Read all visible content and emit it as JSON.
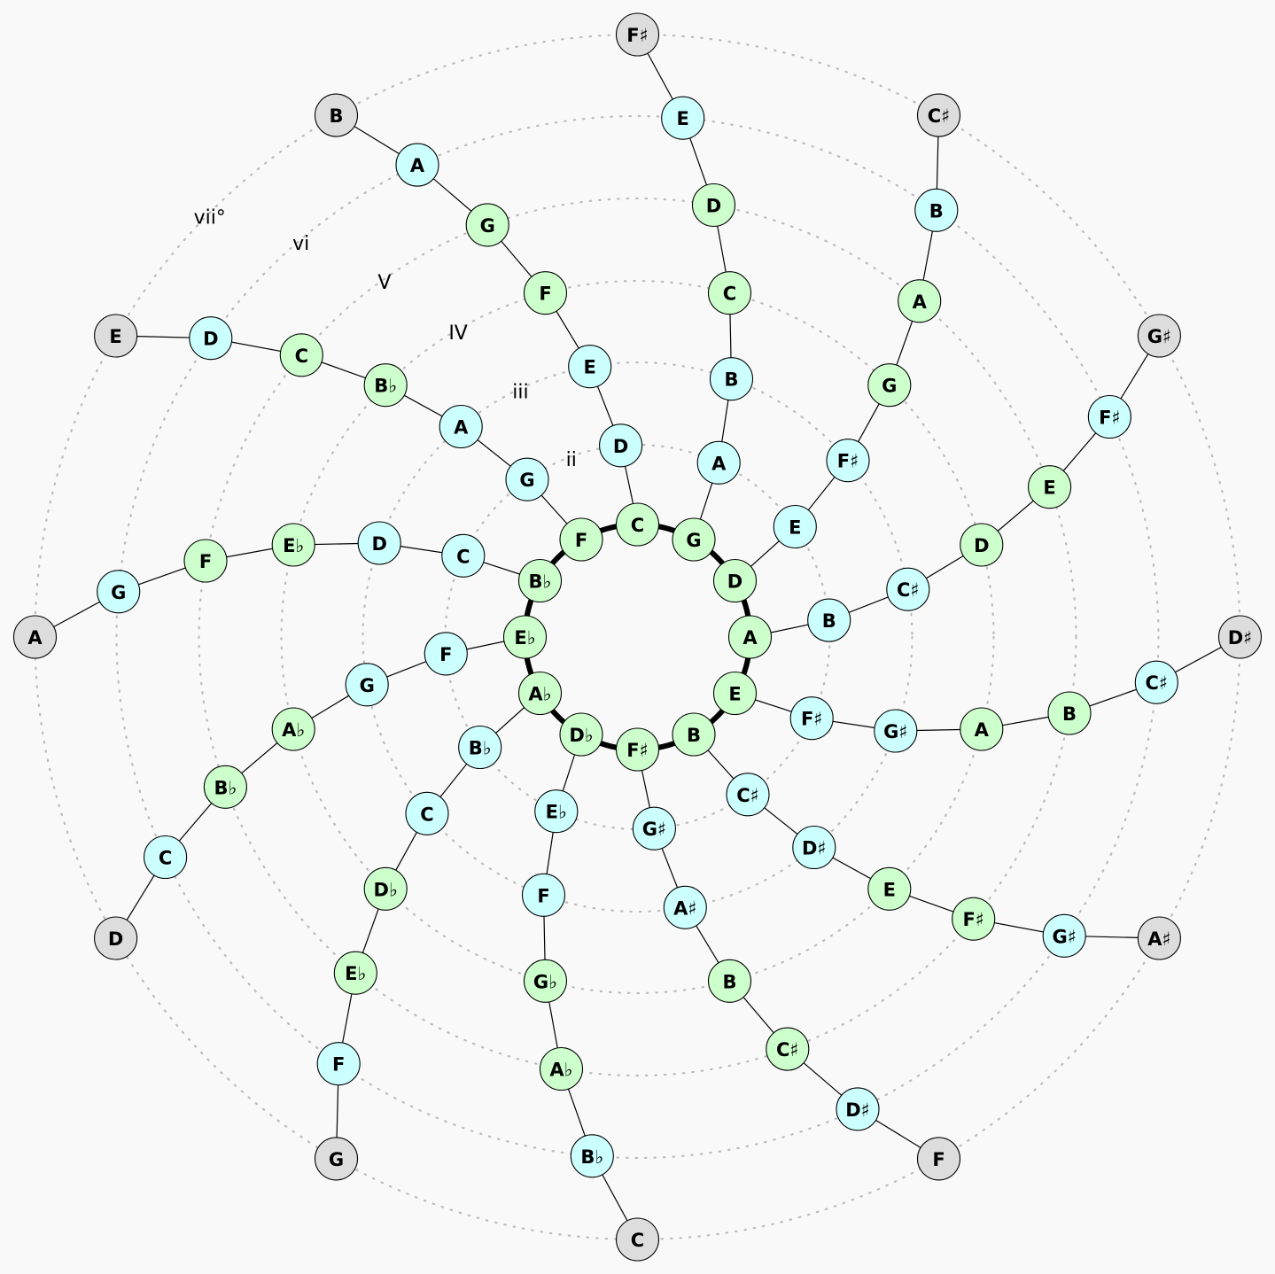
{
  "colors": {
    "background": "#f9f9f9",
    "scale_tone": "#ccffcc",
    "non_scale_tone": "#ccffff",
    "outer_tone": "#dddddd",
    "ring": "#bcbcbc"
  },
  "degree_labels": [
    "ii",
    "iii",
    "IV",
    "V",
    "vi",
    "vii°"
  ],
  "spokes": [
    {
      "tonic": "C",
      "notes": [
        "D",
        "E",
        "F",
        "G",
        "A",
        "B"
      ],
      "kinds": [
        "n",
        "n",
        "s",
        "s",
        "n",
        "o"
      ]
    },
    {
      "tonic": "G",
      "notes": [
        "A",
        "B",
        "C",
        "D",
        "E",
        "F♯"
      ],
      "kinds": [
        "n",
        "n",
        "s",
        "s",
        "n",
        "o"
      ]
    },
    {
      "tonic": "D",
      "notes": [
        "E",
        "F♯",
        "G",
        "A",
        "B",
        "C♯"
      ],
      "kinds": [
        "n",
        "n",
        "s",
        "s",
        "n",
        "o"
      ]
    },
    {
      "tonic": "A",
      "notes": [
        "B",
        "C♯",
        "D",
        "E",
        "F♯",
        "G♯"
      ],
      "kinds": [
        "n",
        "n",
        "s",
        "s",
        "n",
        "o"
      ]
    },
    {
      "tonic": "E",
      "notes": [
        "F♯",
        "G♯",
        "A",
        "B",
        "C♯",
        "D♯"
      ],
      "kinds": [
        "n",
        "n",
        "s",
        "s",
        "n",
        "o"
      ]
    },
    {
      "tonic": "B",
      "notes": [
        "C♯",
        "D♯",
        "E",
        "F♯",
        "G♯",
        "A♯"
      ],
      "kinds": [
        "n",
        "n",
        "s",
        "s",
        "n",
        "o"
      ]
    },
    {
      "tonic": "F♯",
      "notes": [
        "G♯",
        "A♯",
        "B",
        "C♯",
        "D♯",
        "F"
      ],
      "kinds": [
        "n",
        "n",
        "s",
        "s",
        "n",
        "o"
      ]
    },
    {
      "tonic": "D♭",
      "notes": [
        "E♭",
        "F",
        "G♭",
        "A♭",
        "B♭",
        "C"
      ],
      "kinds": [
        "n",
        "n",
        "s",
        "s",
        "n",
        "o"
      ]
    },
    {
      "tonic": "A♭",
      "notes": [
        "B♭",
        "C",
        "D♭",
        "E♭",
        "F",
        "G"
      ],
      "kinds": [
        "n",
        "n",
        "s",
        "s",
        "n",
        "o"
      ]
    },
    {
      "tonic": "E♭",
      "notes": [
        "F",
        "G",
        "A♭",
        "B♭",
        "C",
        "D"
      ],
      "kinds": [
        "n",
        "n",
        "s",
        "s",
        "n",
        "o"
      ]
    },
    {
      "tonic": "B♭",
      "notes": [
        "C",
        "D",
        "E♭",
        "F",
        "G",
        "A"
      ],
      "kinds": [
        "n",
        "n",
        "s",
        "s",
        "n",
        "o"
      ]
    },
    {
      "tonic": "F",
      "notes": [
        "G",
        "A",
        "B♭",
        "C",
        "D",
        "E"
      ],
      "kinds": [
        "n",
        "n",
        "s",
        "s",
        "n",
        "o"
      ]
    }
  ]
}
